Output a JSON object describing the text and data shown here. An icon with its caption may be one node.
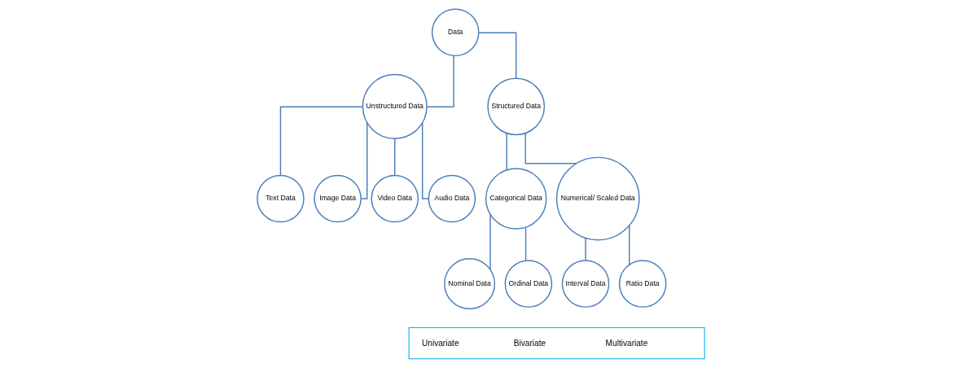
{
  "diagram": {
    "nodes": [
      {
        "text": [
          "Data"
        ]
      },
      {
        "text": [
          "Unstructured Data"
        ]
      },
      {
        "text": [
          "Structured Data"
        ]
      },
      {
        "text": [
          "Text Data"
        ]
      },
      {
        "text": [
          "Image Data"
        ]
      },
      {
        "text": [
          "Video Data"
        ]
      },
      {
        "text": [
          "Audio Data"
        ]
      },
      {
        "text": [
          "Categorical Data"
        ]
      },
      {
        "text": [
          "Numerical/ Scaled Data"
        ]
      },
      {
        "text": [
          "Nominal Data"
        ]
      },
      {
        "text": [
          "Ordinal Data"
        ]
      },
      {
        "text": [
          "Interval Data"
        ]
      },
      {
        "text": [
          "Ratio Data"
        ]
      },
      {
        "text": [
          "Univariate",
          "Bivariate",
          "Multivariate"
        ]
      }
    ],
    "edges": [
      {
        "from": 0,
        "to": 1,
        "arrow": "none"
      },
      {
        "from": 0,
        "to": 2,
        "arrow": "none"
      },
      {
        "from": 1,
        "to": 3,
        "arrow": "none"
      },
      {
        "from": 1,
        "to": 4,
        "arrow": "none"
      },
      {
        "from": 1,
        "to": 5,
        "arrow": "none"
      },
      {
        "from": 1,
        "to": 6,
        "arrow": "none"
      },
      {
        "from": 2,
        "to": 7,
        "arrow": "none"
      },
      {
        "from": 2,
        "to": 8,
        "arrow": "none"
      },
      {
        "from": 7,
        "to": 9,
        "arrow": "none"
      },
      {
        "from": 7,
        "to": 10,
        "arrow": "none"
      },
      {
        "from": 8,
        "to": 11,
        "arrow": "none"
      },
      {
        "from": 8,
        "to": 12,
        "arrow": "none"
      }
    ]
  }
}
